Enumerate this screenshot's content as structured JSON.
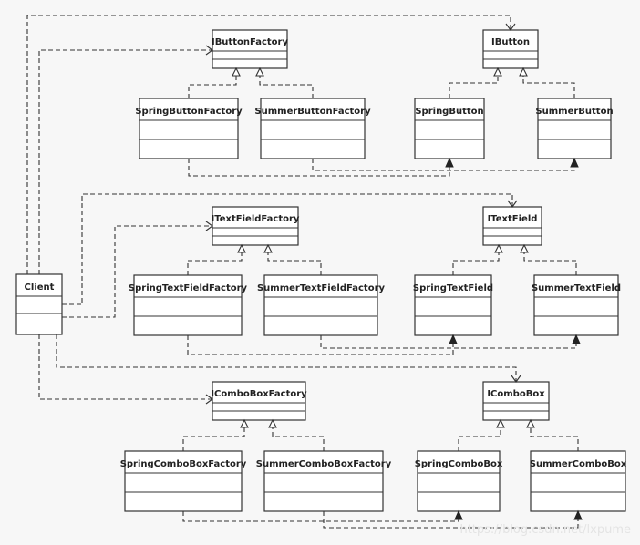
{
  "diagram": {
    "classes": {
      "client": "Client",
      "ibuttonfactory": "IButtonFactory",
      "springbuttonfactory": "SpringButtonFactory",
      "summerbuttonfactory": "SummerButtonFactory",
      "ibutton": "IButton",
      "springbutton": "SpringButton",
      "summerbutton": "SummerButton",
      "itextfieldfactory": "ITextFieldFactory",
      "springtextfieldfactory": "SpringTextFieldFactory",
      "summertextfieldfactory": "SummerTextFieldFactory",
      "itextfield": "ITextField",
      "springtextfield": "SpringTextField",
      "summertextfield": "SummerTextField",
      "icomboboxfactory": "IComboBoxFactory",
      "springcomboboxfactory": "SpringComboBoxFactory",
      "summercomboboxfactory": "SummerComboBoxFactory",
      "icombobox": "IComboBox",
      "springcombobox": "SpringComboBox",
      "summercombobox": "SummerComboBox"
    },
    "relationships": [
      {
        "from": "springbuttonfactory",
        "to": "ibuttonfactory",
        "kind": "realization"
      },
      {
        "from": "summerbuttonfactory",
        "to": "ibuttonfactory",
        "kind": "realization"
      },
      {
        "from": "springbutton",
        "to": "ibutton",
        "kind": "realization"
      },
      {
        "from": "summerbutton",
        "to": "ibutton",
        "kind": "realization"
      },
      {
        "from": "springtextfieldfactory",
        "to": "itextfieldfactory",
        "kind": "realization"
      },
      {
        "from": "summertextfieldfactory",
        "to": "itextfieldfactory",
        "kind": "realization"
      },
      {
        "from": "springtextfield",
        "to": "itextfield",
        "kind": "realization"
      },
      {
        "from": "summertextfield",
        "to": "itextfield",
        "kind": "realization"
      },
      {
        "from": "springcomboboxfactory",
        "to": "icomboboxfactory",
        "kind": "realization"
      },
      {
        "from": "summercomboboxfactory",
        "to": "icomboboxfactory",
        "kind": "realization"
      },
      {
        "from": "springcombobox",
        "to": "icombobox",
        "kind": "realization"
      },
      {
        "from": "summercombobox",
        "to": "icombobox",
        "kind": "realization"
      },
      {
        "from": "springbuttonfactory",
        "to": "springbutton",
        "kind": "dependency"
      },
      {
        "from": "summerbuttonfactory",
        "to": "summerbutton",
        "kind": "dependency"
      },
      {
        "from": "springtextfieldfactory",
        "to": "springtextfield",
        "kind": "dependency"
      },
      {
        "from": "summertextfieldfactory",
        "to": "summertextfield",
        "kind": "dependency"
      },
      {
        "from": "springcomboboxfactory",
        "to": "springcombobox",
        "kind": "dependency"
      },
      {
        "from": "summercomboboxfactory",
        "to": "summercombobox",
        "kind": "dependency"
      },
      {
        "from": "client",
        "to": "ibuttonfactory",
        "kind": "dependency"
      },
      {
        "from": "client",
        "to": "ibutton",
        "kind": "dependency"
      },
      {
        "from": "client",
        "to": "itextfieldfactory",
        "kind": "dependency"
      },
      {
        "from": "client",
        "to": "itextfield",
        "kind": "dependency"
      },
      {
        "from": "client",
        "to": "icomboboxfactory",
        "kind": "dependency"
      },
      {
        "from": "client",
        "to": "icombobox",
        "kind": "dependency"
      }
    ]
  },
  "watermark": "https://blog.csdn.net/lxpume"
}
